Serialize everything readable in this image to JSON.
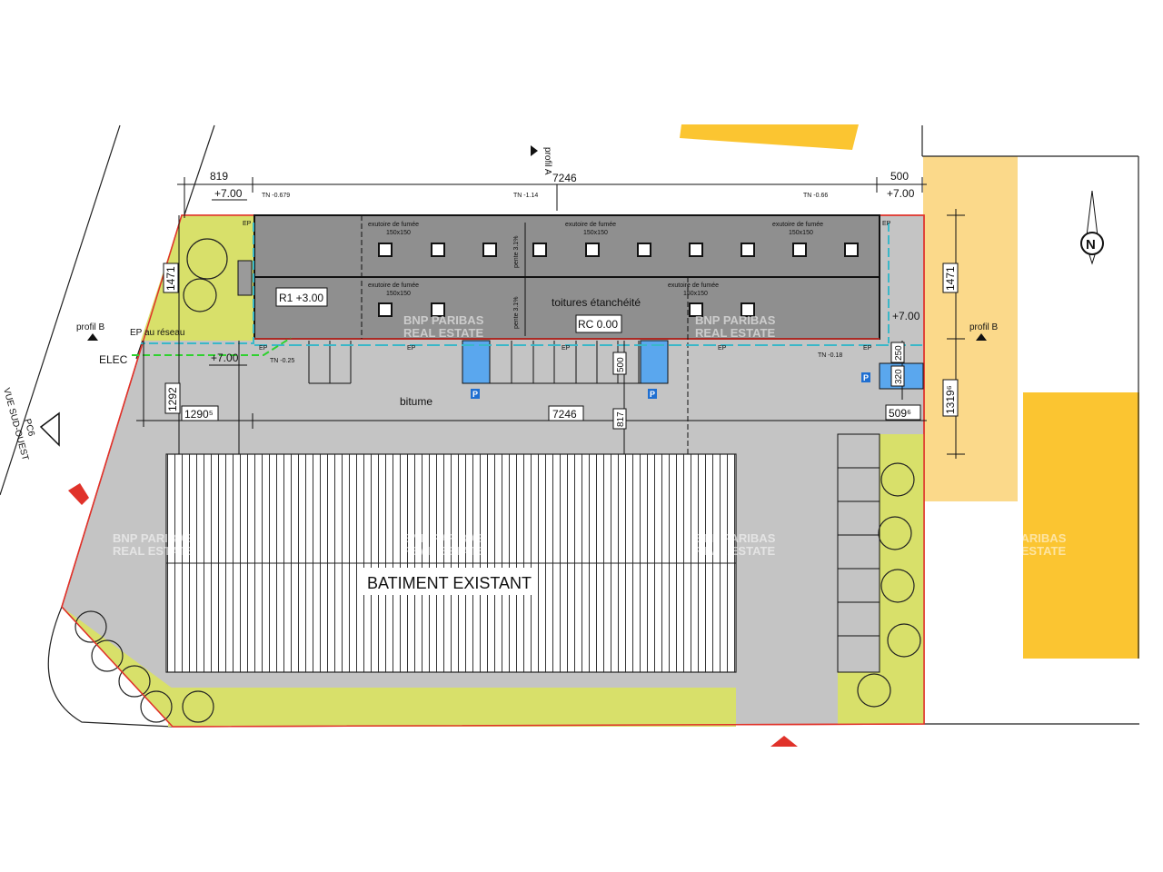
{
  "colors": {
    "site": "#c4c4c4",
    "roof": "#8f8f8f",
    "green": "#d8e06a",
    "yellow_light": "#fbd98a",
    "yellow": "#fbc531",
    "boundary": "#e0322a",
    "water": "#3ab7c8",
    "elec": "#2fd12f",
    "parking_pmr": "#5aa7ee"
  },
  "dimensions": {
    "d819": "819",
    "d7246_top": "7246",
    "d500": "500",
    "d1471_left": "1471",
    "d1471_right": "1471",
    "d1292": "1292",
    "d1290": "1290⁵",
    "d7246_mid": "7246",
    "d500_v": "500",
    "d817": "817",
    "d250": "250",
    "d320": "320",
    "d509": "509⁶",
    "d1319": "1319⁶"
  },
  "levels": {
    "top_left": "+7.00",
    "top_right": "+7.00",
    "tn_0679": "TN -0.679",
    "tn_114": "TN -1.14",
    "tn_066": "TN -0.66",
    "mid_left": "+7.00",
    "tn_025": "TN -0.25",
    "mid_right": "+7.00",
    "tn_018": "TN -0.18"
  },
  "roof": {
    "exutoire": "exutoire de fumée",
    "size": "150x150",
    "pente": "pente 3.1%",
    "toitures": "toitures étanchéité",
    "r1": "R1 +3.00",
    "rc": "RC 0.00"
  },
  "labels": {
    "ep": "EP",
    "ep_reseau": "EP au réseau",
    "elec": "ELEC",
    "profil_b": "profil B",
    "profil_a": "profil A",
    "bitume": "bitume",
    "batiment": "BATIMENT EXISTANT",
    "pc6": "PC6",
    "vue": "VUE SUD-OUEST",
    "north": "N",
    "pmr": "P"
  },
  "watermark": {
    "line1": "BNP PARIBAS",
    "line2": "REAL ESTATE"
  }
}
